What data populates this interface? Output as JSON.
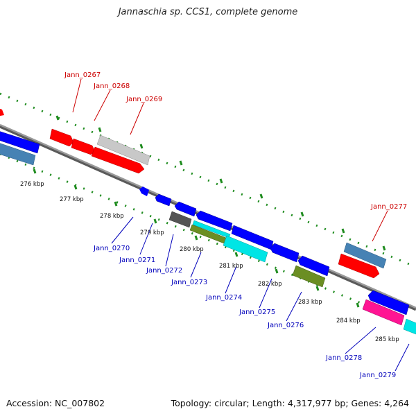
{
  "title": "Jannaschia sp. CCS1, complete genome",
  "accession": "Accession: NC_007802",
  "topology": "Topology: circular; Length: 4,317,977 bp; Genes: 4,264",
  "colors": {
    "backbone": "#8a8a8a",
    "tick": "#1f8c1f",
    "forward_label": "#cc0000",
    "reverse_label": "#0000bb"
  },
  "scale_labels": [
    "276 kbp",
    "277 kbp",
    "278 kbp",
    "279 kbp",
    "280 kbp",
    "281 kbp",
    "282 kbp",
    "283 kbp",
    "284 kbp",
    "285 kbp"
  ],
  "forward_genes": [
    {
      "label": "Jann_0267",
      "color": "#ff0000"
    },
    {
      "label": "Jann_0268",
      "color": "#ff0000"
    },
    {
      "label": "Jann_0269",
      "color": "#ff0000"
    },
    {
      "label": "Jann_0277",
      "color": "#ff0000"
    }
  ],
  "reverse_genes": [
    {
      "label": "Jann_0270",
      "color": "#0000ff"
    },
    {
      "label": "Jann_0271",
      "color": "#0000ff"
    },
    {
      "label": "Jann_0272",
      "color": "#555555"
    },
    {
      "label": "Jann_0273",
      "color": "#6b8e23"
    },
    {
      "label": "Jann_0274",
      "color": "#0000ff"
    },
    {
      "label": "Jann_0275",
      "color": "#0000ff"
    },
    {
      "label": "Jann_0276",
      "color": "#6b8e23"
    },
    {
      "label": "Jann_0278",
      "color": "#ff1493"
    },
    {
      "label": "Jann_0279",
      "color": "#00e5e5"
    }
  ]
}
